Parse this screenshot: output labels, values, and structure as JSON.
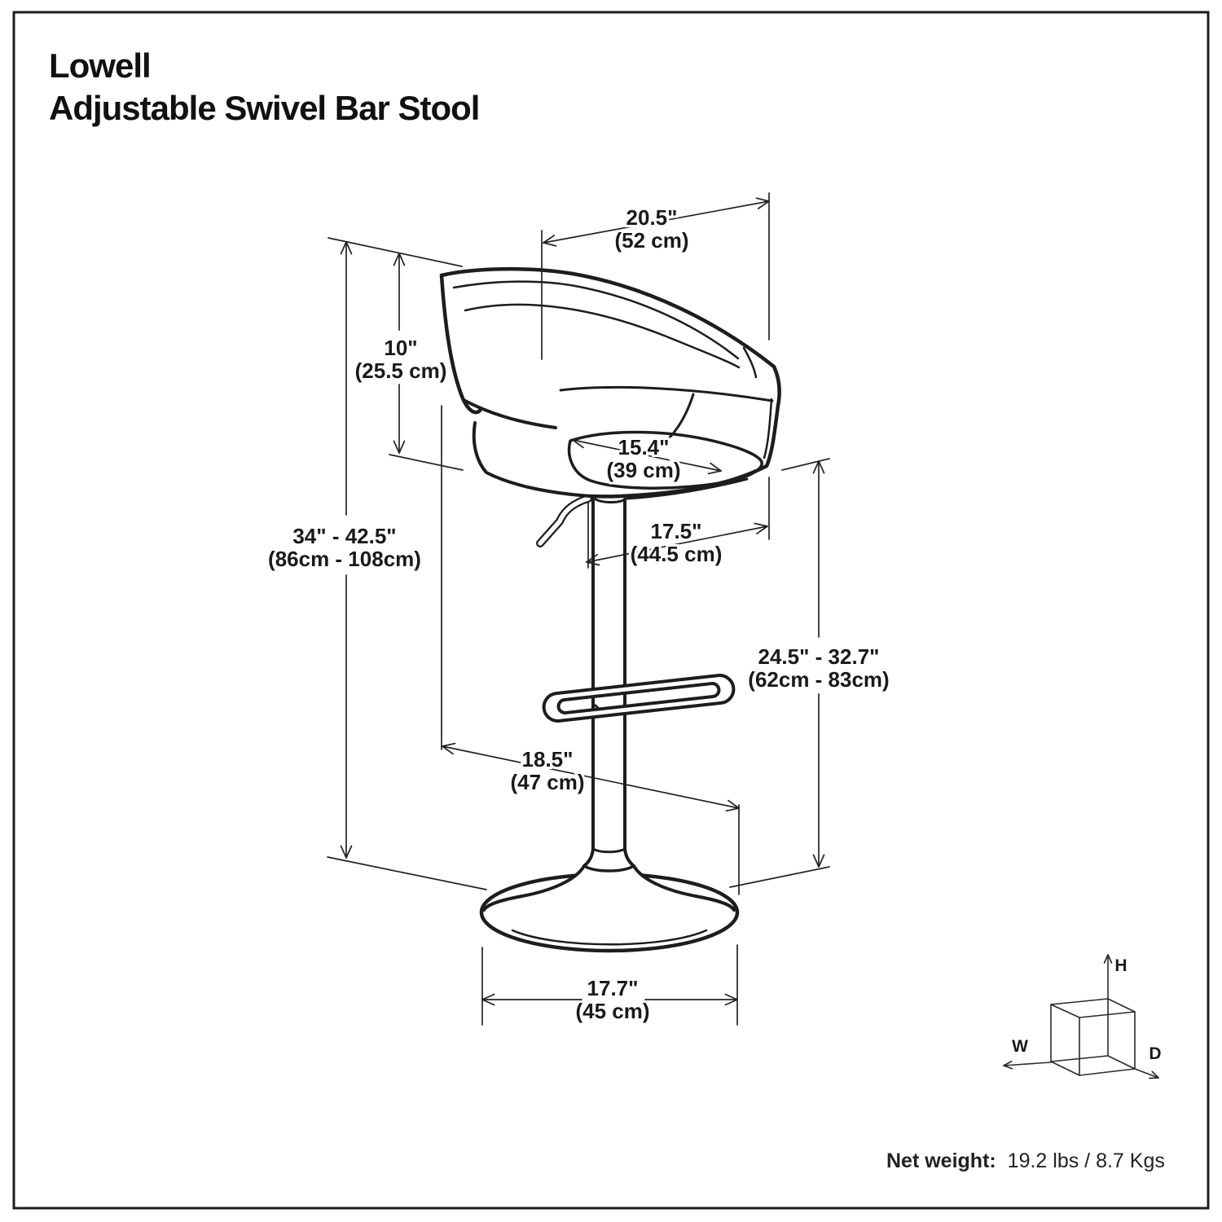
{
  "title": {
    "line1": "Lowell",
    "line2": "Adjustable Swivel Bar Stool"
  },
  "dimensions": {
    "seat_width": {
      "in": "20.5\"",
      "cm": "(52 cm)"
    },
    "backrest_height": {
      "in": "10\"",
      "cm": "(25.5 cm)"
    },
    "overall_height": {
      "in": "34\" - 42.5\"",
      "cm": "(86cm - 108cm)"
    },
    "seat_depth": {
      "in": "15.4\"",
      "cm": "(39 cm)"
    },
    "seat_overall_depth": {
      "in": "17.5\"",
      "cm": "(44.5 cm)"
    },
    "seat_height_range": {
      "in": "24.5\" - 32.7\"",
      "cm": "(62cm - 83cm)"
    },
    "footprint_depth": {
      "in": "18.5\"",
      "cm": "(47 cm)"
    },
    "base_width": {
      "in": "17.7\"",
      "cm": "(45 cm)"
    }
  },
  "axis_cube": {
    "height_label": "H",
    "width_label": "W",
    "depth_label": "D"
  },
  "net_weight": {
    "label": "Net weight:",
    "value": "19.2 lbs / 8.7 Kgs"
  },
  "colors": {
    "line": "#1d1d1d",
    "background": "#ffffff"
  }
}
